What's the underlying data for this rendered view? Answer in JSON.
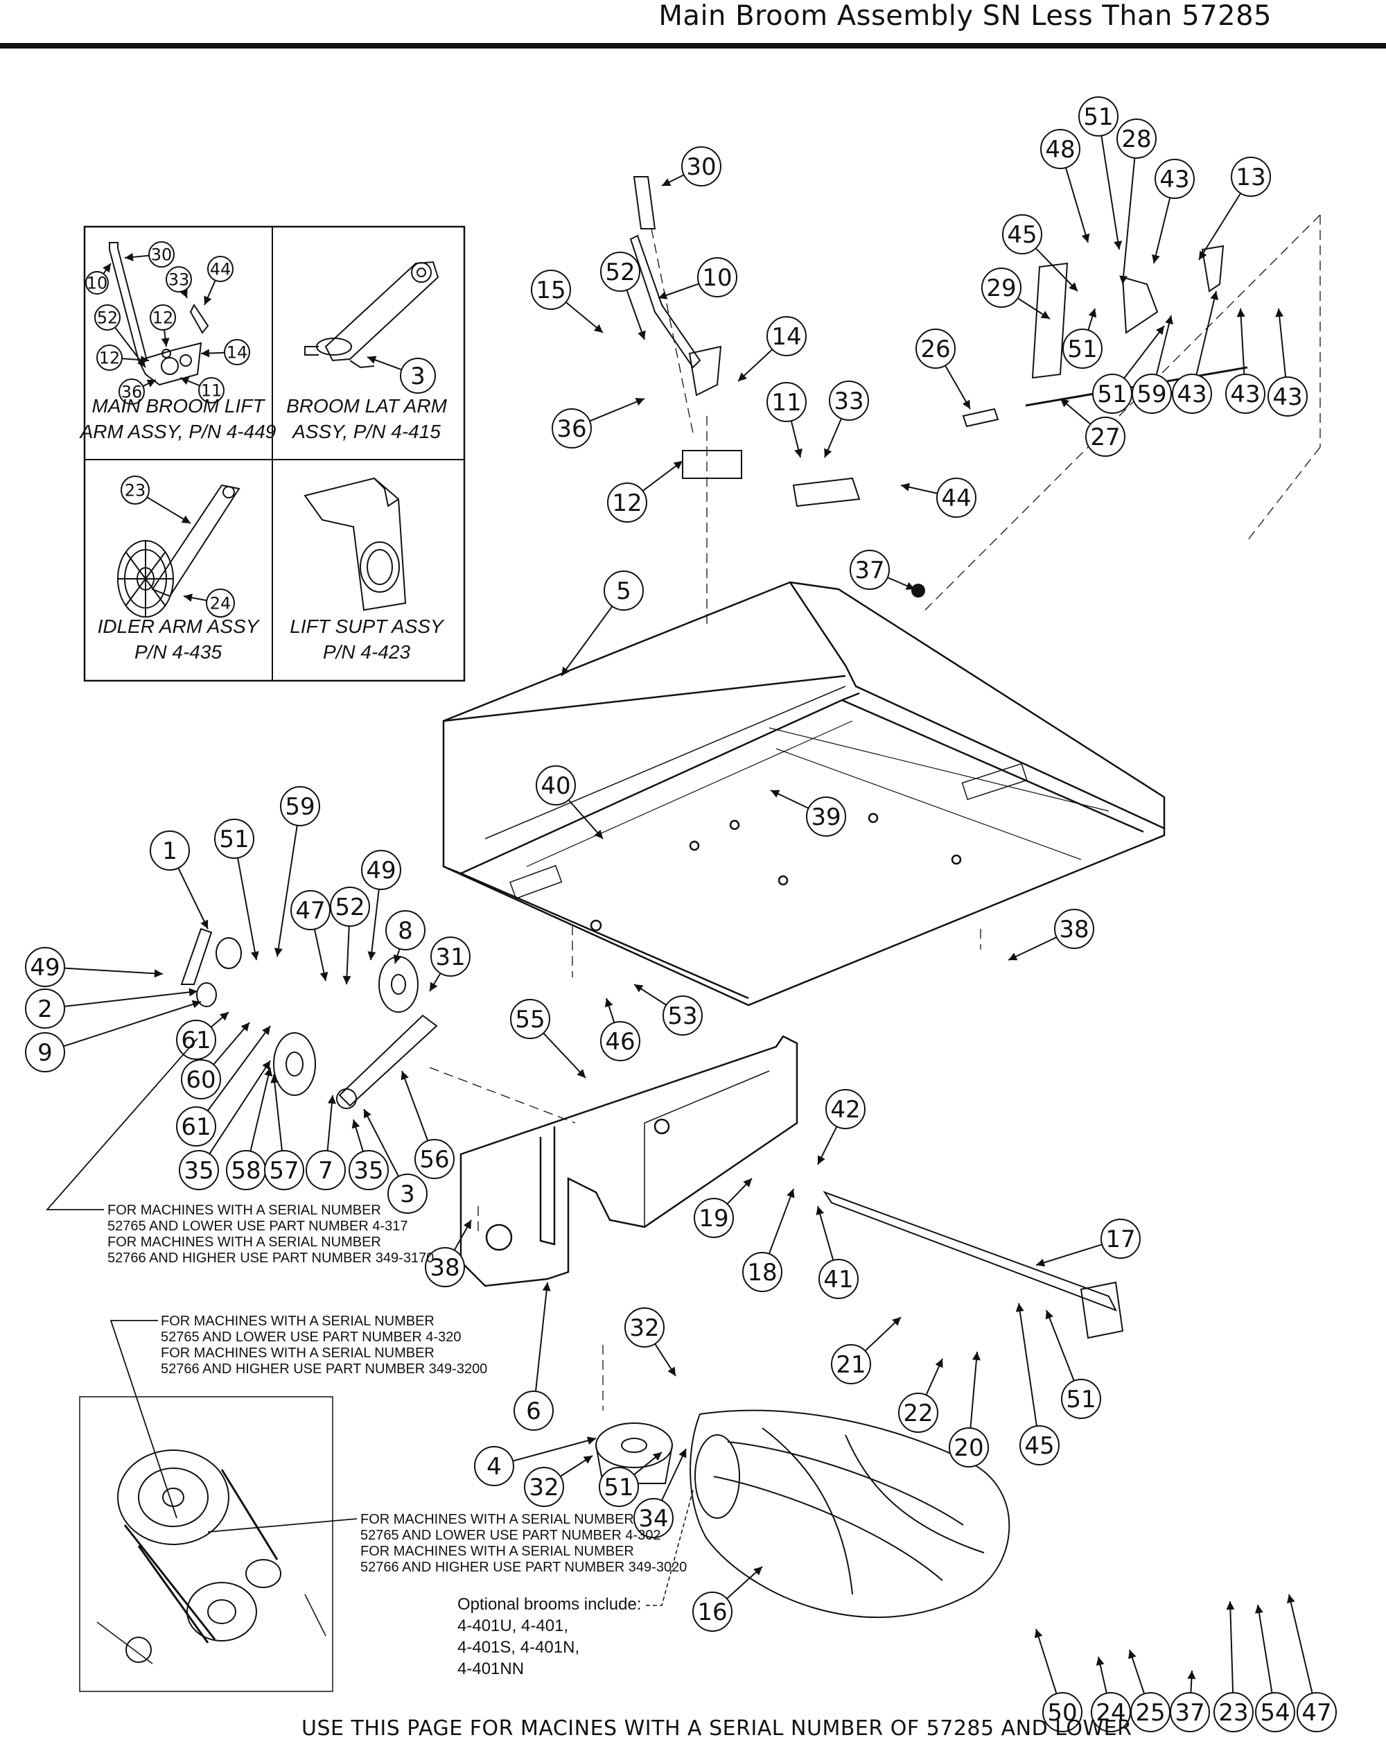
{
  "header": {
    "title": "Main Broom Assembly SN Less Than 57285"
  },
  "inset_captions": [
    {
      "line1": "MAIN BROOM LIFT",
      "line2": "ARM ASSY, P/N 4-449"
    },
    {
      "line1": "BROOM LAT ARM",
      "line2": "ASSY, P/N 4-415"
    },
    {
      "line1": "IDLER ARM ASSY",
      "line2": "P/N 4-435"
    },
    {
      "line1": "LIFT SUPT ASSY",
      "line2": "P/N 4-423"
    }
  ],
  "notes": {
    "note1": [
      "FOR MACHINES WITH A SERIAL NUMBER",
      "52765 AND LOWER USE PART NUMBER 4-317",
      "FOR MACHINES WITH A SERIAL NUMBER",
      "52766 AND HIGHER USE PART NUMBER 349-3170"
    ],
    "note2": [
      "FOR MACHINES WITH A SERIAL NUMBER",
      "52765 AND LOWER USE PART NUMBER 4-320",
      "FOR MACHINES WITH A SERIAL NUMBER",
      "52766 AND HIGHER USE PART NUMBER 349-3200"
    ],
    "note3": [
      "FOR MACHINES WITH A SERIAL NUMBER",
      "52765 AND LOWER USE PART NUMBER 4-302",
      "FOR MACHINES WITH A SERIAL NUMBER",
      "52766 AND HIGHER USE PART NUMBER 349-3020"
    ]
  },
  "optional_brooms": [
    "Optional brooms include:",
    "4-401U, 4-401,",
    "4-401S, 4-401N,",
    "4-401NN"
  ],
  "callouts": {
    "inset_lift_arm": [
      "30",
      "10",
      "33",
      "44",
      "52",
      "12",
      "12",
      "14",
      "36",
      "11"
    ],
    "inset_lat_arm": [
      "3"
    ],
    "inset_idler": [
      "23",
      "24"
    ],
    "top_center": [
      "30",
      "52",
      "10",
      "15",
      "14",
      "36",
      "11",
      "33",
      "12",
      "44",
      "37",
      "5"
    ],
    "top_right": [
      "51",
      "48",
      "28",
      "43",
      "13",
      "45",
      "29",
      "26",
      "51",
      "51",
      "59",
      "43",
      "43",
      "43",
      "27"
    ],
    "hopper": [
      "40",
      "39",
      "38",
      "53",
      "46",
      "55"
    ],
    "left_idler": [
      "59",
      "1",
      "51",
      "49",
      "47",
      "52",
      "8",
      "31",
      "49",
      "2",
      "9",
      "61",
      "60",
      "61",
      "35",
      "58",
      "57",
      "7",
      "35",
      "56",
      "3"
    ],
    "frame": [
      "42",
      "19",
      "18",
      "41",
      "38",
      "17",
      "6",
      "21",
      "22",
      "20",
      "51",
      "45",
      "32",
      "4",
      "32",
      "51",
      "34",
      "16"
    ],
    "bottom_right": [
      "50",
      "24",
      "25",
      "37",
      "23",
      "54",
      "47"
    ]
  },
  "footer": "USE THIS PAGE FOR MACINES WITH A SERIAL NUMBER OF 57285 AND LOWER"
}
